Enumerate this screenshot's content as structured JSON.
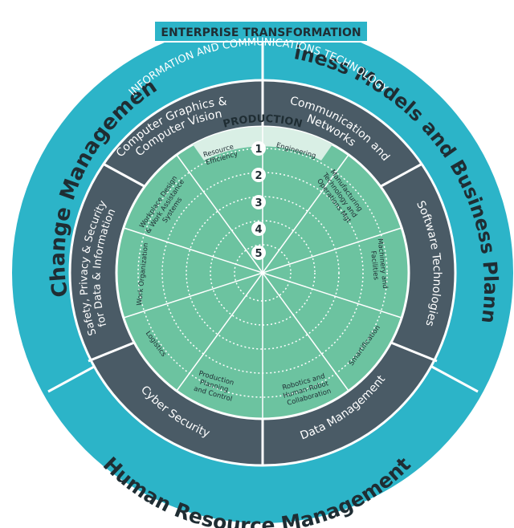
{
  "colors": {
    "outer_ring": "#2cb4c8",
    "mid_ring": "#4a5b66",
    "inner_disk": "#6cc3a0",
    "center_top": "#d9efe5",
    "line": "#ffffff",
    "text_dark": "#1f2d33"
  },
  "banner": {
    "text": "ENTERPRISE TRANSFORMATION"
  },
  "outer_ring": {
    "change_management": "Change Management",
    "business_models": "Business Models and Business Planning",
    "human_resource": "Human Resource Management"
  },
  "ict": {
    "text": "INFORMATION AND COMMUNICATIONS TECHNOLOGY"
  },
  "middle_ring": {
    "computer_graphics_1": "Computer Graphics &",
    "computer_graphics_2": "Computer Vision",
    "communication_1": "Communication and",
    "communication_2": "Networks",
    "software": "Software Technologies",
    "data_management": "Data Management",
    "cyber_security": "Cyber Security",
    "safety_1": "Safety, Privacy & Security",
    "safety_2": "for Data & Information"
  },
  "production": {
    "title": "PRODUCTION",
    "levels": [
      "1",
      "2",
      "3",
      "4",
      "5"
    ]
  },
  "sectors": {
    "resource_efficiency": [
      "Resource",
      "Efficiency"
    ],
    "engineering": [
      "Engineering"
    ],
    "manufacturing": [
      "Manufacturing",
      "Technology and",
      "Operations Mgt"
    ],
    "machinery": [
      "Machinery and",
      "Facilities"
    ],
    "smartification": [
      "Smartification"
    ],
    "robotics": [
      "Robotics and",
      "Human-Robot",
      "Collaboration"
    ],
    "production_planning": [
      "Production",
      "Planning",
      "and Control"
    ],
    "logistics": [
      "Logistics"
    ],
    "work_organization": [
      "Work Organization"
    ],
    "workplace_design": [
      "Workplace Design",
      "& Work Assistance",
      "Systems"
    ]
  }
}
